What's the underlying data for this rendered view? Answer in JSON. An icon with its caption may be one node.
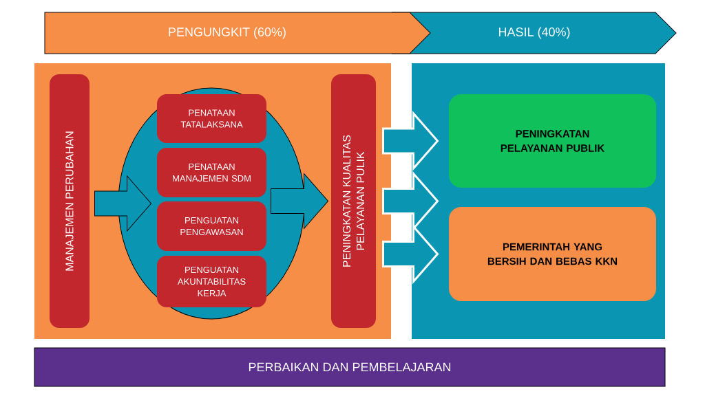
{
  "diagram": {
    "nodes": [
      {
        "text": [
          "PENGUNGKIT (60%)"
        ]
      },
      {
        "text": [
          "HASIL (40%)"
        ]
      },
      {
        "text": [],
        "shape": "box"
      },
      {
        "text": [
          "MANAJEMEN PERUBAHAN"
        ],
        "in": 2
      },
      {
        "text": [],
        "shape": "ellipse",
        "in": 2
      },
      {
        "text": [
          "PENATAAN TATALAKSANA"
        ],
        "in": 4
      },
      {
        "text": [
          "PENATAAN MANAJEMEN SDM"
        ],
        "in": 4
      },
      {
        "text": [
          "PENGUATAN PENGAWASAN"
        ],
        "in": 4
      },
      {
        "text": [
          "PENGUATAN AKUNTABILITAS KERJA"
        ],
        "in": 4
      },
      {
        "text": [
          "PENINGKATAN KUALITAS PELAYANAN PULIK"
        ],
        "in": 2
      },
      {
        "text": [],
        "shape": "box"
      },
      {
        "text": [
          "PENINGKATAN PELAYANAN PUBLIK"
        ],
        "in": 10
      },
      {
        "text": [
          "PEMERINTAH YANG BERSIH DAN BEBAS KKN"
        ],
        "in": 10
      },
      {
        "text": [
          "PERBAIKAN DAN PEMBELAJARAN"
        ]
      }
    ],
    "edges": [
      {
        "from": 3,
        "to": 4,
        "arrow": "to"
      },
      {
        "from": 4,
        "to": 9,
        "arrow": "to"
      },
      {
        "from": 9,
        "to": 11,
        "arrow": "to"
      },
      {
        "from": 9,
        "to": 10,
        "arrow": "to"
      },
      {
        "from": 9,
        "to": 12,
        "arrow": "to"
      }
    ]
  }
}
